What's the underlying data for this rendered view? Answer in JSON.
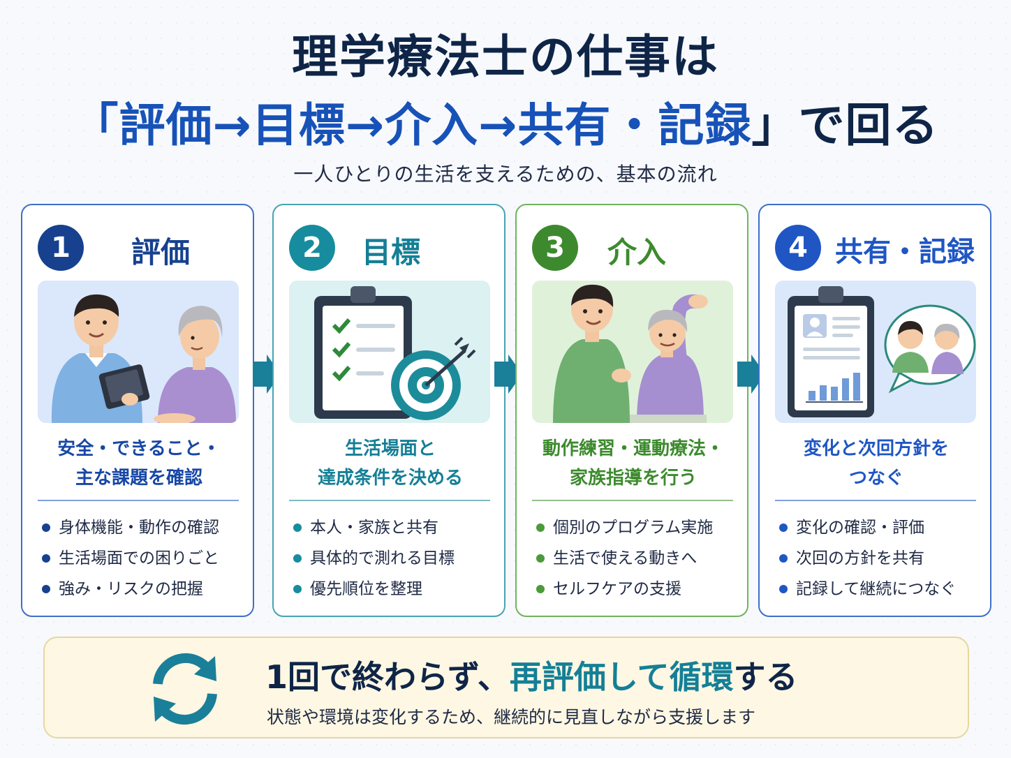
{
  "header": {
    "title_line1": "理学療法士の仕事は",
    "title_line2_open": "「",
    "title_line2_steps": "評価→目標→介入→共有・記録",
    "title_line2_close": "」で回る",
    "subtitle": "一人ひとりの生活を支えるための、基本の流れ"
  },
  "colors": {
    "navy": "#0f2547",
    "blue": "#1752b8",
    "teal": "#147f96",
    "green": "#3d8a2e",
    "royal": "#1f56c4",
    "arrow": "#1a7f98"
  },
  "steps": [
    {
      "number": "1",
      "title": "評価",
      "lead_line1": "安全・できること・",
      "lead_line2": "主な課題を確認",
      "bullets": [
        "身体機能・動作の確認",
        "生活場面での困りごと",
        "強み・リスクの把握"
      ],
      "illustration": "therapist-interviewing-patient-icon"
    },
    {
      "number": "2",
      "title": "目標",
      "lead_line1": "生活場面と",
      "lead_line2": "達成条件を決める",
      "bullets": [
        "本人・家族と共有",
        "具体的で測れる目標",
        "優先順位を整理"
      ],
      "illustration": "clipboard-checklist-target-icon"
    },
    {
      "number": "3",
      "title": "介入",
      "lead_line1": "動作練習・運動療法・",
      "lead_line2": "家族指導を行う",
      "bullets": [
        "個別のプログラム実施",
        "生活で使える動きへ",
        "セルフケアの支援"
      ],
      "illustration": "therapist-stretching-patient-icon"
    },
    {
      "number": "4",
      "title": "共有・記録",
      "lead_line1": "変化と次回方針を",
      "lead_line2": "つなぐ",
      "bullets": [
        "変化の確認・評価",
        "次回の方針を共有",
        "記録して継続につなぐ"
      ],
      "illustration": "record-chart-conversation-icon"
    }
  ],
  "banner": {
    "title_part1": "1回で終わらず、",
    "title_part2": "再評価して循環",
    "title_part3": "する",
    "subtitle": "状態や環境は変化するため、継続的に見直しながら支援します",
    "icon": "cycle-arrows-icon"
  }
}
